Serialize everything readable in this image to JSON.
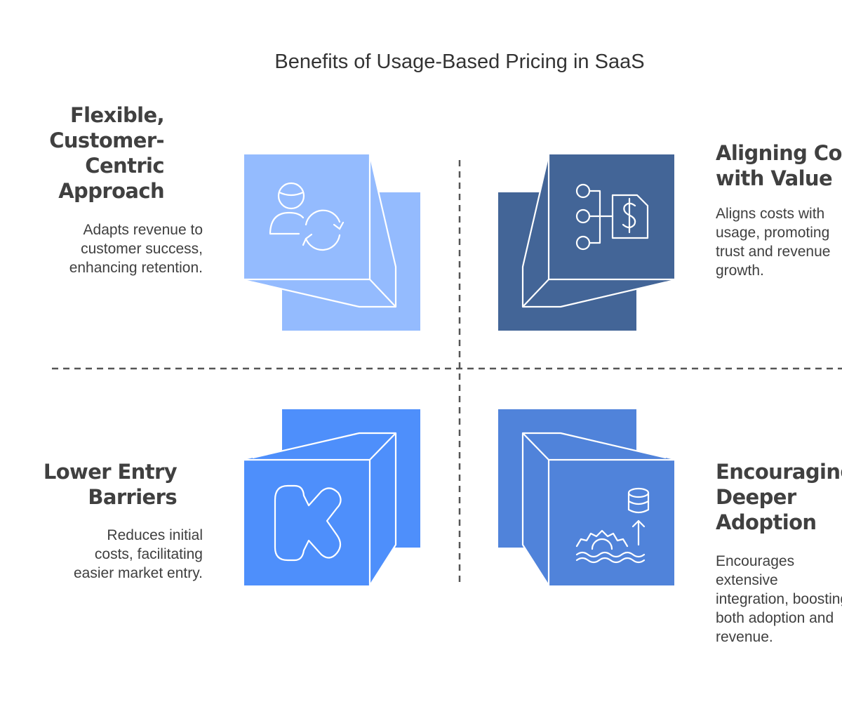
{
  "title": "Benefits of Usage-Based Pricing in SaaS",
  "colors": {
    "light_blue": "#94bbfe",
    "dark_blue": "#436597",
    "bright_blue": "#4e8ffb",
    "mid_blue": "#5083da",
    "divider": "#555555"
  },
  "quadrants": {
    "top_left": {
      "heading_lines": [
        "Flexible,",
        "Customer-",
        "Centric",
        "Approach"
      ],
      "description_lines": [
        "Adapts revenue to",
        "customer success,",
        "enhancing retention."
      ],
      "icon": "user-cycle-icon"
    },
    "top_right": {
      "heading_lines": [
        "Aligning Costs",
        "with Value"
      ],
      "description_lines": [
        "Aligns costs with",
        "usage, promoting",
        "trust and revenue",
        "growth."
      ],
      "icon": "dollar-flow-icon"
    },
    "bottom_left": {
      "heading_lines": [
        "Lower Entry",
        "Barriers"
      ],
      "description_lines": [
        "Reduces initial",
        "costs, facilitating",
        "easier market entry."
      ],
      "icon": "entry-shape-icon"
    },
    "bottom_right": {
      "heading_lines": [
        "Encouraging",
        "Deeper",
        "Adoption"
      ],
      "description_lines": [
        "Encourages",
        "extensive",
        "integration, boosting",
        "both adoption and",
        "revenue."
      ],
      "icon": "database-growth-icon"
    }
  }
}
